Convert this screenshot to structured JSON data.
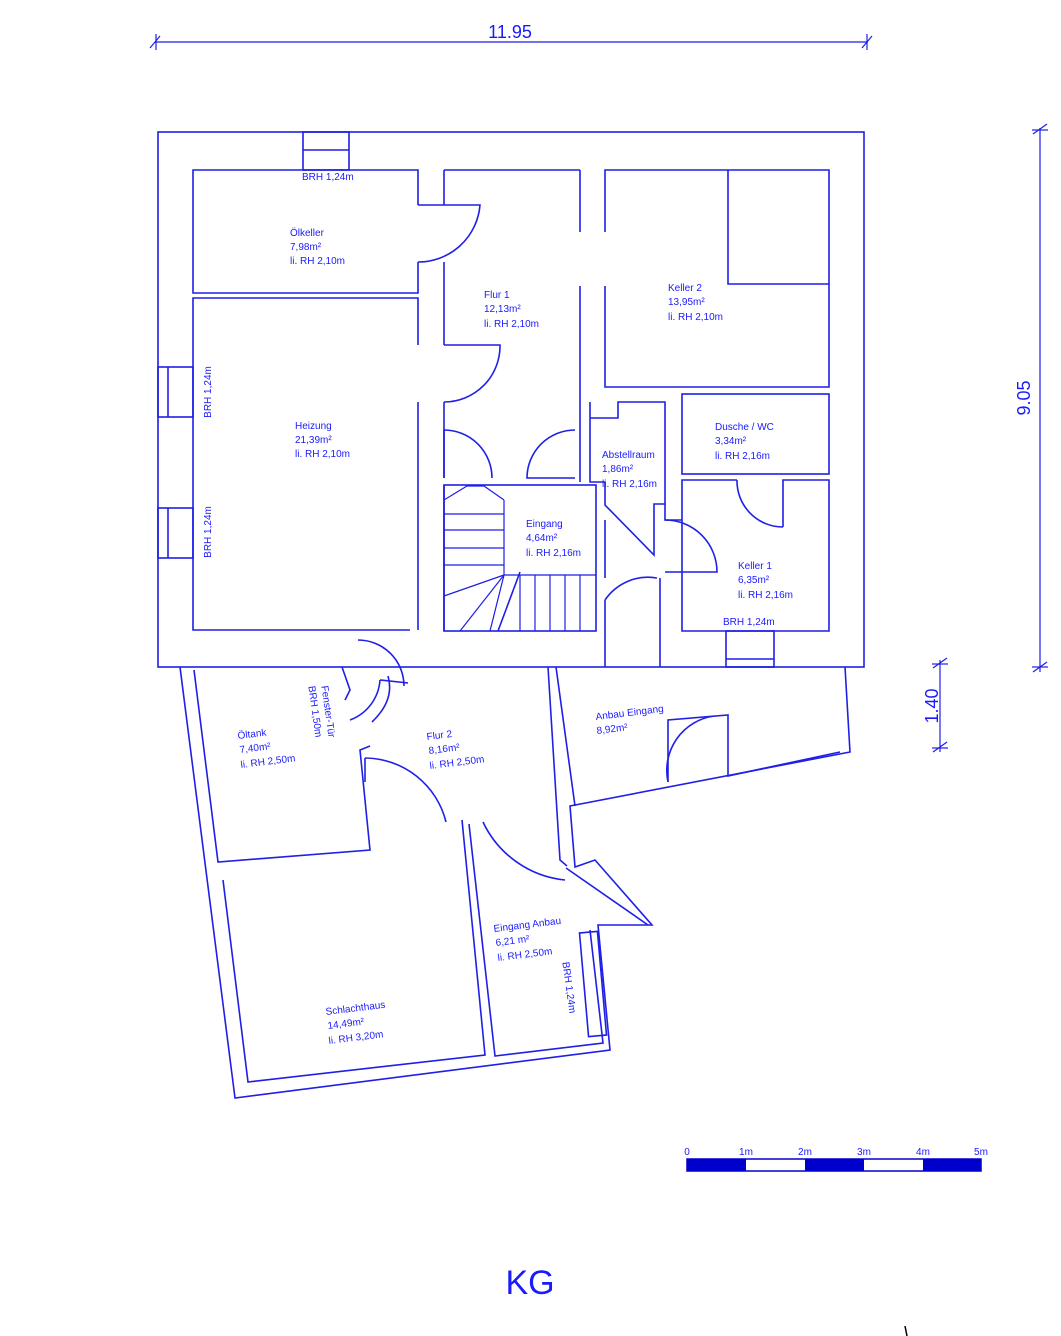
{
  "dimensions": {
    "width": "11.95",
    "height": "9.05",
    "extension": "1.40"
  },
  "rooms": {
    "oelkeller": {
      "name": "Ölkeller",
      "area": "7,98m²",
      "height": "li. RH 2,10m"
    },
    "flur1": {
      "name": "Flur 1",
      "area": "12,13m²",
      "height": "li. RH 2,10m"
    },
    "keller2": {
      "name": "Keller 2",
      "area": "13,95m²",
      "height": "li. RH 2,10m"
    },
    "heizung": {
      "name": "Heizung",
      "area": "21,39m²",
      "height": "li. RH 2,10m"
    },
    "abstellraum": {
      "name": "Abstellraum",
      "area": "1,86m²",
      "height": "li. RH 2,16m"
    },
    "dusche": {
      "name": "Dusche / WC",
      "area": "3,34m²",
      "height": "li. RH 2,16m"
    },
    "eingang": {
      "name": "Eingang",
      "area": "4,64m²",
      "height": "li. RH 2,16m"
    },
    "keller1": {
      "name": "Keller 1",
      "area": "6,35m²",
      "height": "li. RH 2,16m"
    },
    "oeltank": {
      "name": "Öltank",
      "area": "7,40m²",
      "height": "li. RH 2,50m"
    },
    "flur2": {
      "name": "Flur 2",
      "area": "8,16m²",
      "height": "li. RH 2,50m"
    },
    "anbau_eingang": {
      "name": "Anbau Eingang",
      "area": "8,92m²"
    },
    "eingang_anbau": {
      "name": "Eingang Anbau",
      "area": "6,21 m²",
      "height": "li. RH 2,50m"
    },
    "schlachthaus": {
      "name": "Schlachthaus",
      "area": "14,49m²",
      "height": "li. RH 3,20m"
    }
  },
  "windows": {
    "top": "BRH 1,24m",
    "heizung_upper": "BRH 1,24m",
    "heizung_lower": "BRH 1,24m",
    "keller1": "BRH 1,24m",
    "eingang_anbau": "BRH 1,24m",
    "fenster_tuer": "Fenster-Tür",
    "fenster_tuer_brh": "BRH 1,50m"
  },
  "scale": {
    "labels": [
      "0",
      "1m",
      "2m",
      "3m",
      "4m",
      "5m"
    ]
  },
  "floor_label": "KG",
  "colors": {
    "line": "#1f1fe6",
    "text": "#1a1aff",
    "scale_fill": "#0000cc"
  }
}
